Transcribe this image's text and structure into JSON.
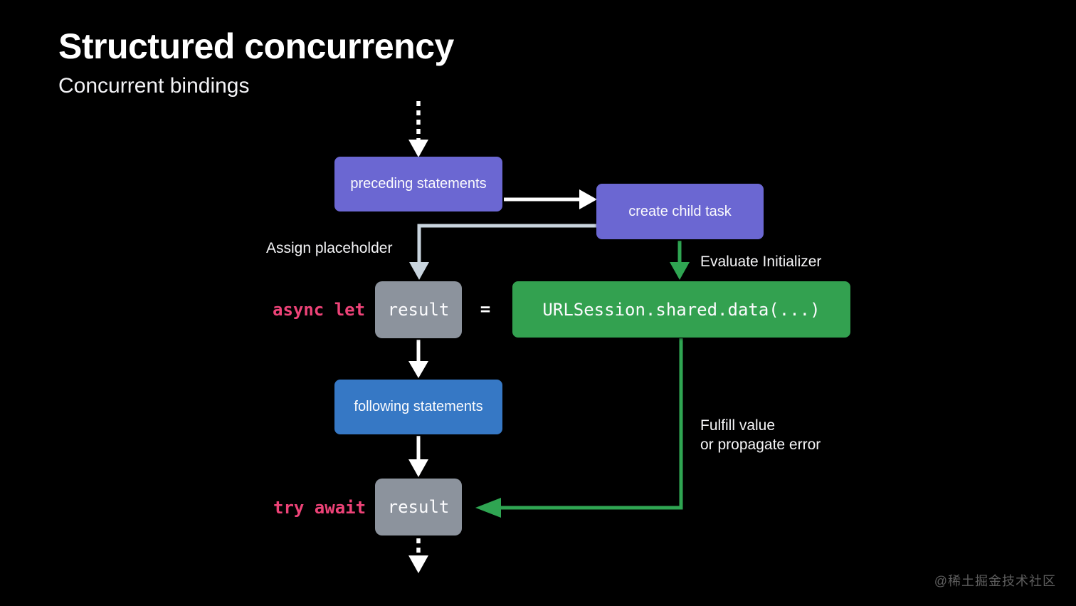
{
  "slide": {
    "title": "Structured concurrency",
    "subtitle": "Concurrent bindings",
    "watermark": "@稀土掘金技术社区"
  },
  "diagram": {
    "nodes": {
      "preceding": {
        "label": "preceding statements"
      },
      "create_child": {
        "label": "create child task"
      },
      "result_placeholder": {
        "label": "result"
      },
      "initializer": {
        "label": "URLSession.shared.data(...)"
      },
      "following": {
        "label": "following statements"
      },
      "result_await": {
        "label": "result"
      }
    },
    "code": {
      "async_let": "async let",
      "equals": "=",
      "try_await": "try await"
    },
    "edge_labels": {
      "assign_placeholder": "Assign placeholder",
      "evaluate_initializer": "Evaluate Initializer",
      "fulfill_line1": "Fulfill value",
      "fulfill_line2": "or propagate error"
    },
    "colors": {
      "bg": "#000000",
      "purple": "#6b67d2",
      "blue": "#3678c5",
      "gray": "#8c939d",
      "green": "#33a150",
      "green_line": "#2fa552",
      "pink": "#ee4378",
      "line_light": "#c9d4de"
    }
  }
}
